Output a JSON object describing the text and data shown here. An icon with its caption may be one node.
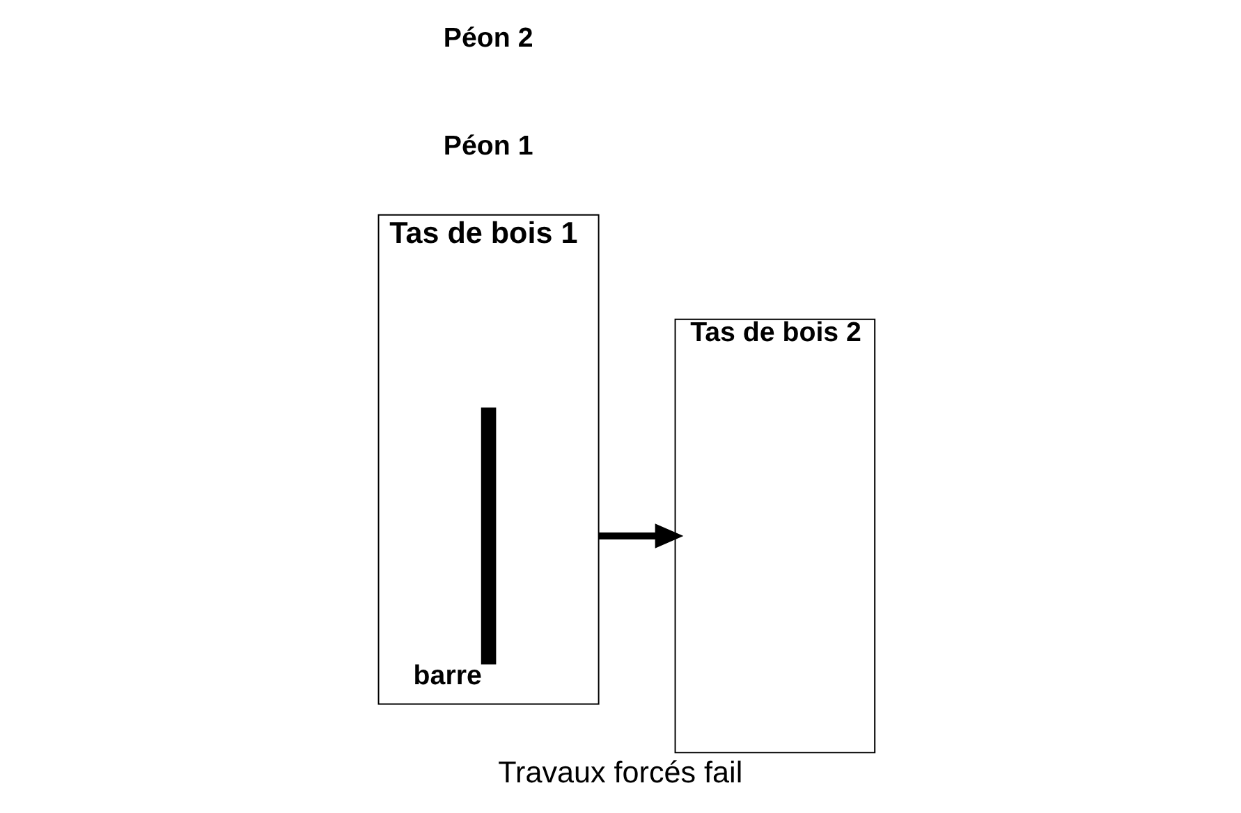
{
  "diagram": {
    "caption": "Travaux forcés fail",
    "nodes": [
      {
        "text": [
          "Tas de bois 1"
        ]
      },
      {
        "text": [],
        "shape": "bar",
        "in": 0,
        "beside": [
          "barre"
        ]
      },
      {
        "text": [
          "Tas de bois 2"
        ]
      }
    ],
    "edges": [
      {
        "from": 0,
        "to": 2,
        "arrow": "to"
      }
    ],
    "labels": [
      "Péon 1",
      "Péon 2"
    ]
  }
}
